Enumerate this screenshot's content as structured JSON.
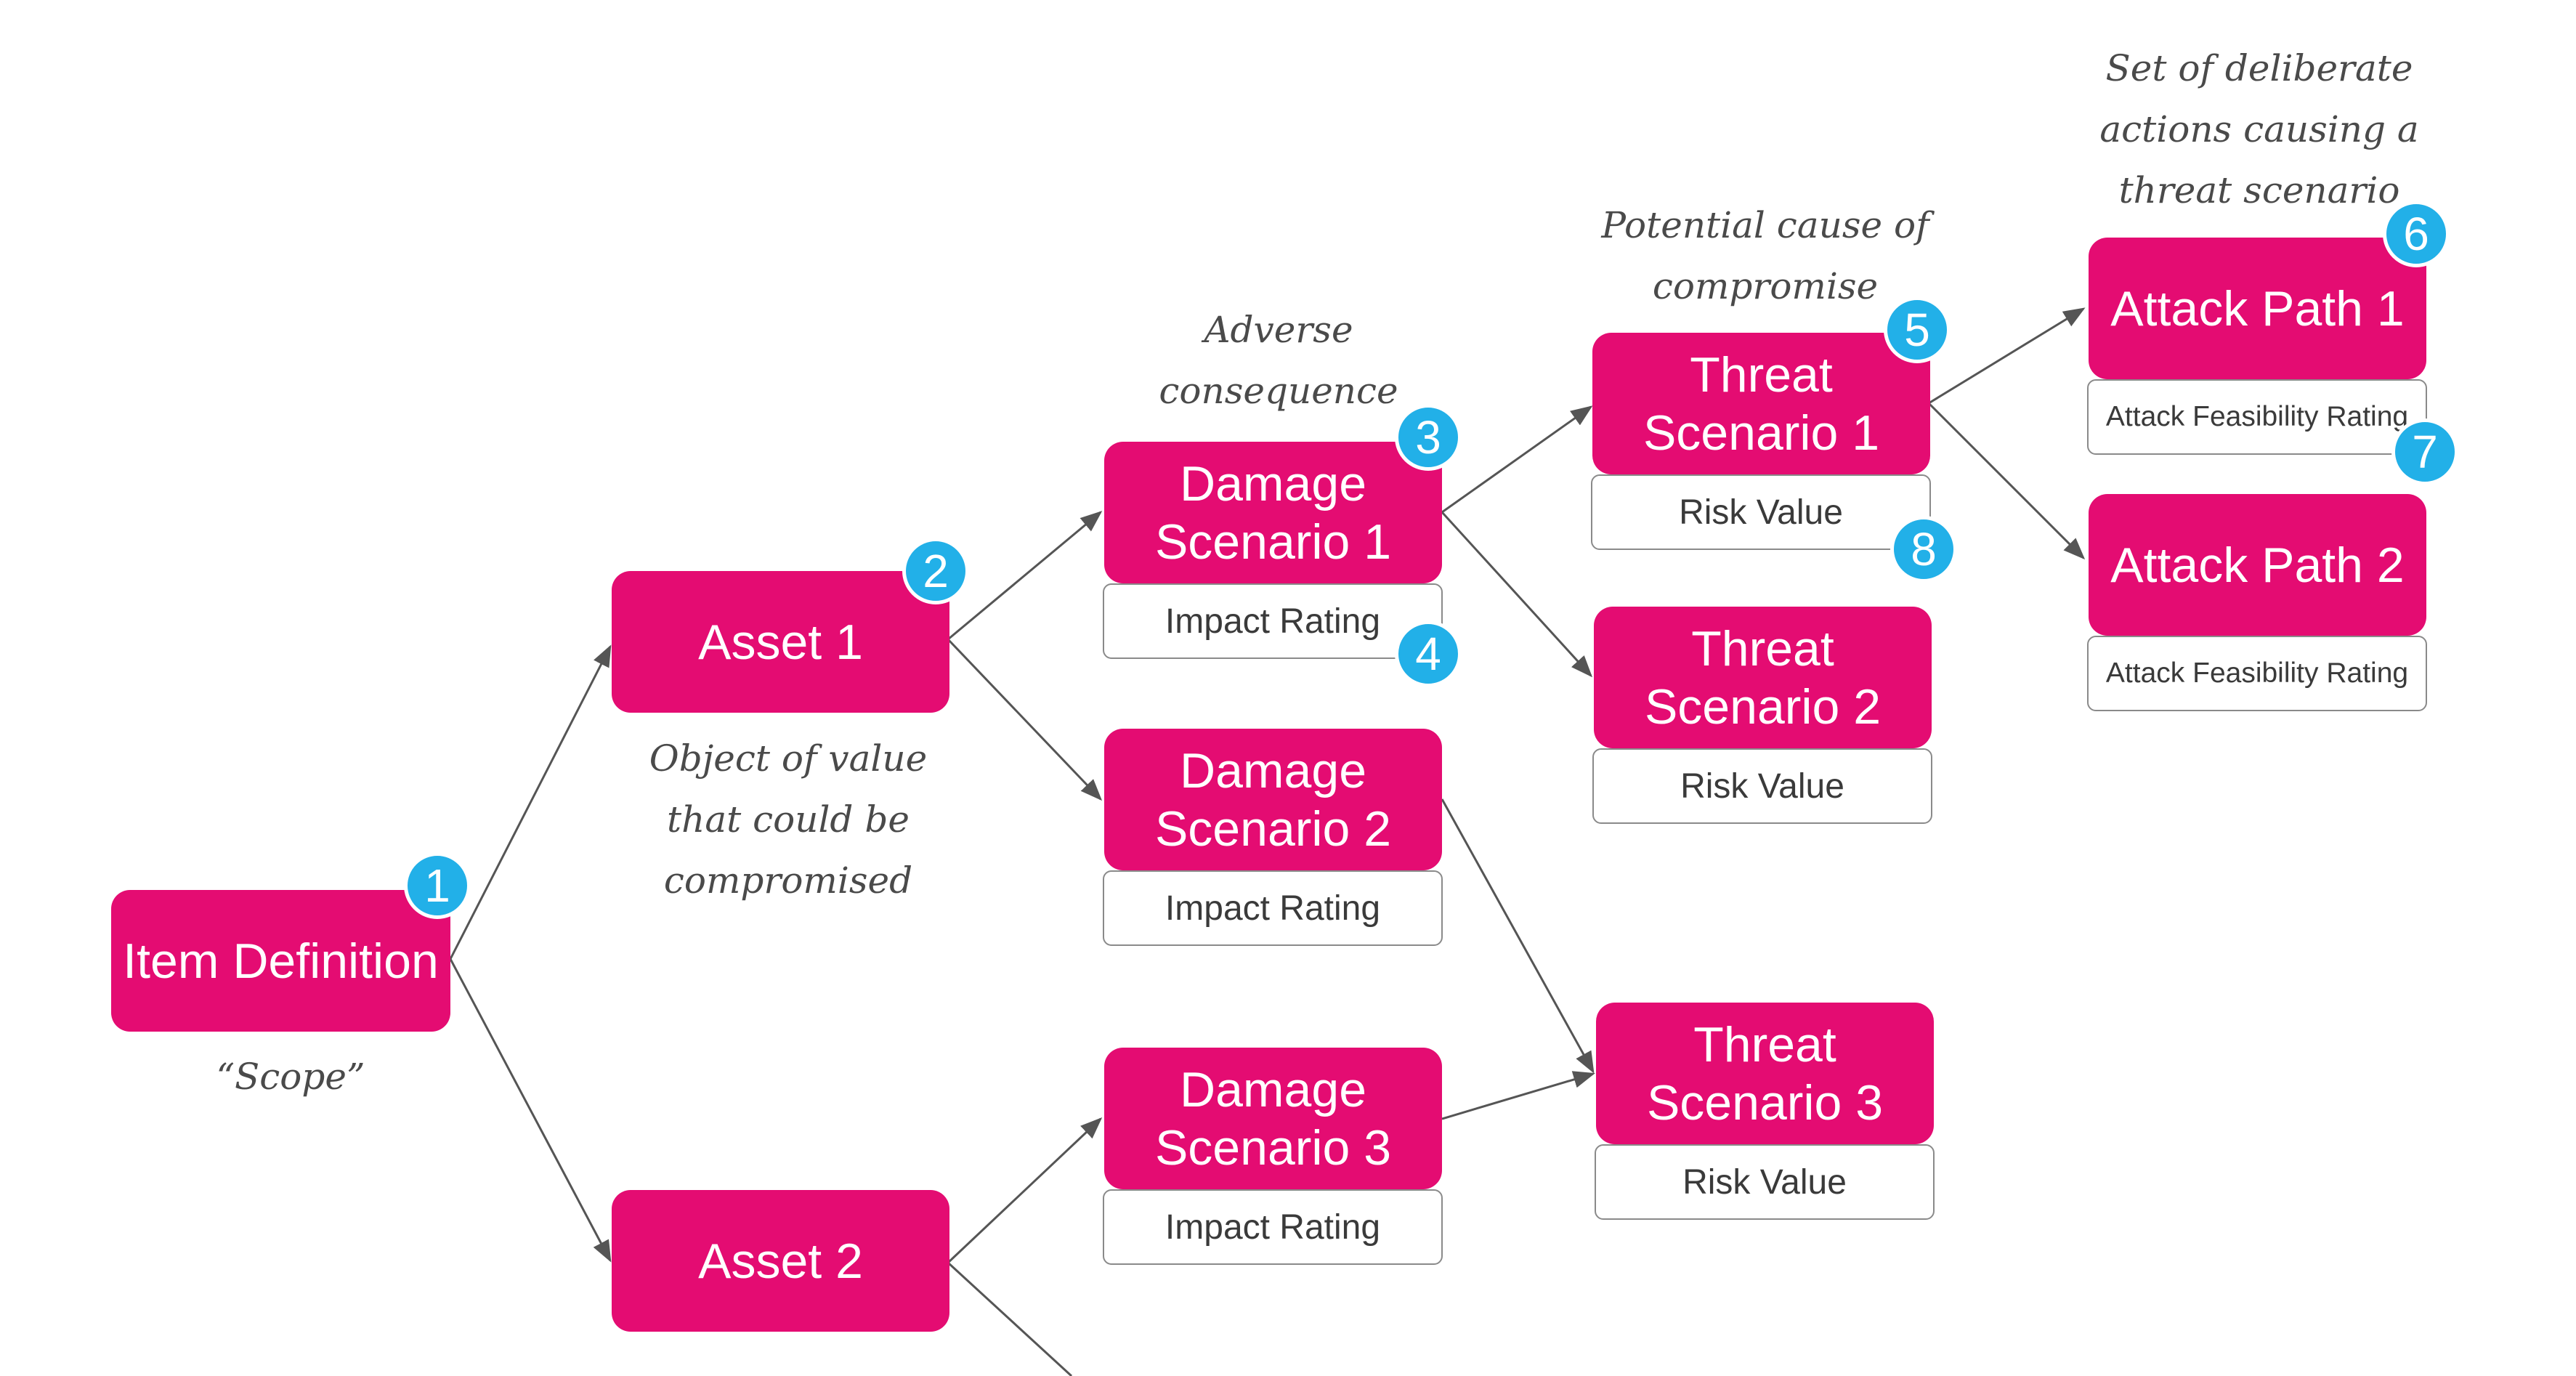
{
  "nodes": {
    "item_definition": "Item Definition",
    "asset_1": "Asset 1",
    "asset_2": "Asset 2",
    "damage_scenario_1": "Damage Scenario 1",
    "damage_scenario_2": "Damage Scenario 2",
    "damage_scenario_3": "Damage Scenario 3",
    "threat_scenario_1": "Threat Scenario 1",
    "threat_scenario_2": "Threat Scenario 2",
    "threat_scenario_3": "Threat Scenario 3",
    "attack_path_1": "Attack Path 1",
    "attack_path_2": "Attack Path 2"
  },
  "sub_labels": {
    "impact_rating": "Impact Rating",
    "risk_value": "Risk Value",
    "attack_feasibility_rating": "Attack Feasibility Rating"
  },
  "badges": [
    "1",
    "2",
    "3",
    "4",
    "5",
    "6",
    "7",
    "8"
  ],
  "annotations": {
    "scope": "“Scope”",
    "object_of_value": "Object of value that could be compromised",
    "adverse_consequence": "Adverse consequence",
    "potential_cause": "Potential cause of compromise",
    "deliberate_actions": "Set of deliberate actions causing a threat scenario"
  },
  "colors": {
    "node_fill": "#e40c72",
    "badge_fill": "#22b0e8",
    "connector": "#555555",
    "sub_border": "#8a8a8a"
  }
}
